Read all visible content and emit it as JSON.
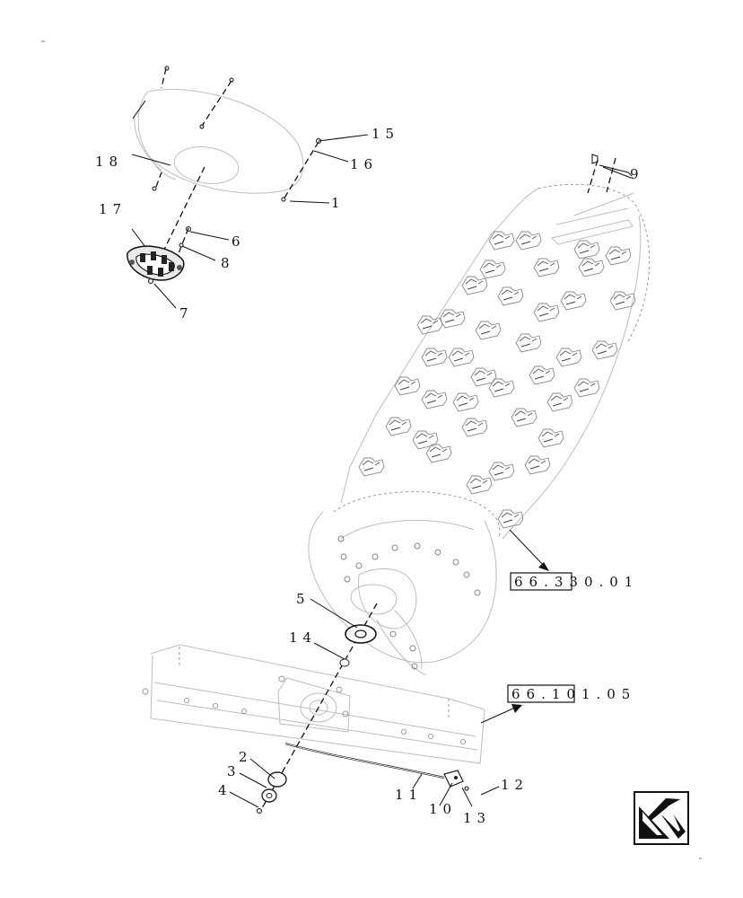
{
  "callouts": {
    "c1": "1",
    "c2": "2",
    "c3": "3",
    "c4": "4",
    "c5": "5",
    "c6": "6",
    "c7": "7",
    "c8": "8",
    "c9": "9",
    "c10": "10",
    "c11": "11",
    "c12": "12",
    "c13": "13",
    "c14": "14",
    "c15": "15",
    "c16": "16",
    "c17": "17",
    "c18": "18"
  },
  "references": {
    "ref1": "66.330.01",
    "ref2": "66.101.05"
  },
  "icons": {
    "nav": "back-arrow-icon"
  }
}
